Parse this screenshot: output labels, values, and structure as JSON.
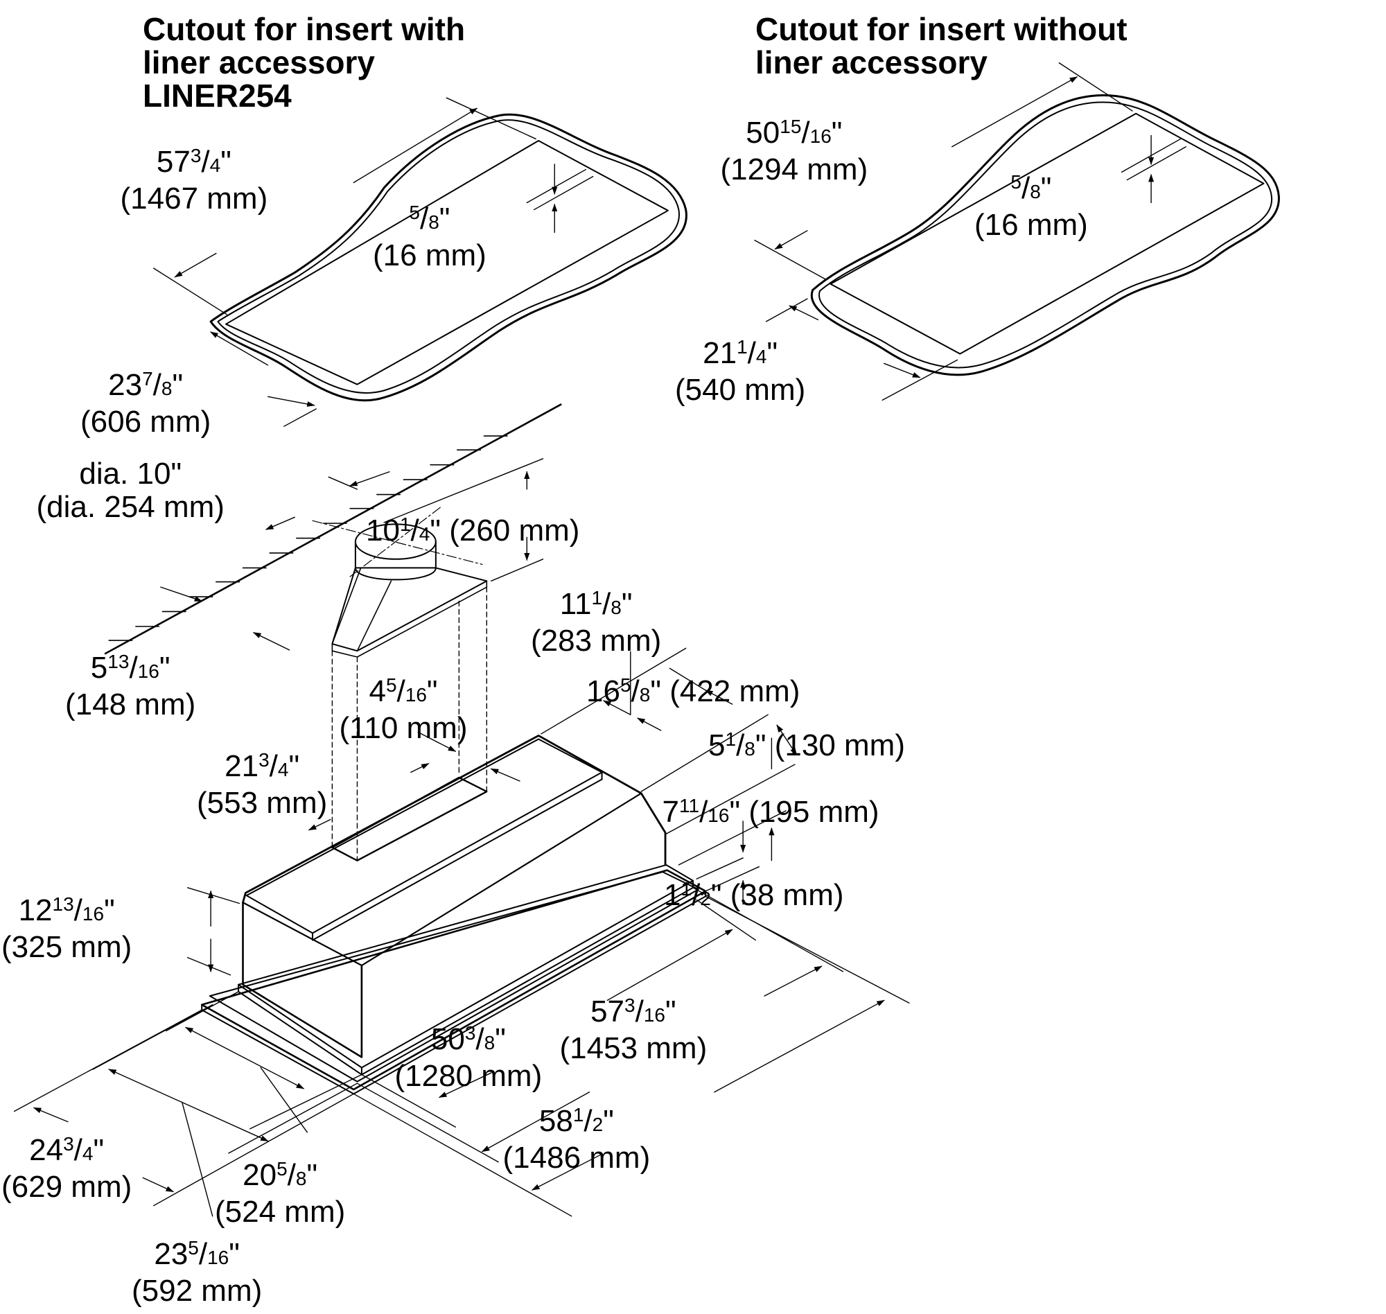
{
  "titles": {
    "with_liner": [
      "Cutout for insert with",
      "liner accessory",
      "LINER254"
    ],
    "without_liner": [
      "Cutout for insert without",
      "liner accessory"
    ]
  },
  "dims": {
    "liner_length": {
      "whole": "57",
      "num": "3",
      "den": "4",
      "mm": "(1467 mm)"
    },
    "liner_gap": {
      "whole": "",
      "num": "5",
      "den": "8",
      "mm": "(16 mm)"
    },
    "liner_depth": {
      "whole": "23",
      "num": "7",
      "den": "8",
      "mm": "(606 mm)"
    },
    "noliner_length": {
      "whole": "50",
      "num": "15",
      "den": "16",
      "mm": "(1294 mm)"
    },
    "noliner_gap": {
      "whole": "",
      "num": "5",
      "den": "8",
      "mm": "(16 mm)"
    },
    "noliner_depth": {
      "whole": "21",
      "num": "1",
      "den": "4",
      "mm": "(540 mm)"
    },
    "duct_dia": {
      "in": "dia. 10\"",
      "mm": "(dia. 254 mm)"
    },
    "duct_height": {
      "whole": "10",
      "num": "1",
      "den": "4",
      "mm": "(260 mm)"
    },
    "wall_offset": {
      "whole": "5",
      "num": "13",
      "den": "16",
      "mm": "(148 mm)"
    },
    "duct_width": {
      "whole": "4",
      "num": "5",
      "den": "16",
      "mm": "(110 mm)"
    },
    "duct_pos": {
      "whole": "21",
      "num": "3",
      "den": "4",
      "mm": "(553 mm)"
    },
    "top_width": {
      "whole": "11",
      "num": "1",
      "den": "8",
      "mm": "(283 mm)"
    },
    "body_depth": {
      "whole": "16",
      "num": "5",
      "den": "8",
      "mm": "(422 mm)"
    },
    "slope_height": {
      "whole": "5",
      "num": "1",
      "den": "8",
      "mm": "(130 mm)"
    },
    "body_height_low": {
      "whole": "7",
      "num": "11",
      "den": "16",
      "mm": "(195 mm)"
    },
    "flange_height": {
      "whole": "1",
      "num": "1",
      "den": "2",
      "mm": "(38 mm)"
    },
    "total_height": {
      "whole": "12",
      "num": "13",
      "den": "16",
      "mm": "(325 mm)"
    },
    "body_length": {
      "whole": "50",
      "num": "3",
      "den": "8",
      "mm": "(1280 mm)"
    },
    "flange_length": {
      "whole": "57",
      "num": "3",
      "den": "16",
      "mm": "(1453 mm)"
    },
    "overall_length": {
      "whole": "58",
      "num": "1",
      "den": "2",
      "mm": "(1486 mm)"
    },
    "overall_depth": {
      "whole": "24",
      "num": "3",
      "den": "4",
      "mm": "(629 mm)"
    },
    "body_depth_front": {
      "whole": "20",
      "num": "5",
      "den": "8",
      "mm": "(524 mm)"
    },
    "flange_depth": {
      "whole": "23",
      "num": "5",
      "den": "16",
      "mm": "(592 mm)"
    }
  }
}
